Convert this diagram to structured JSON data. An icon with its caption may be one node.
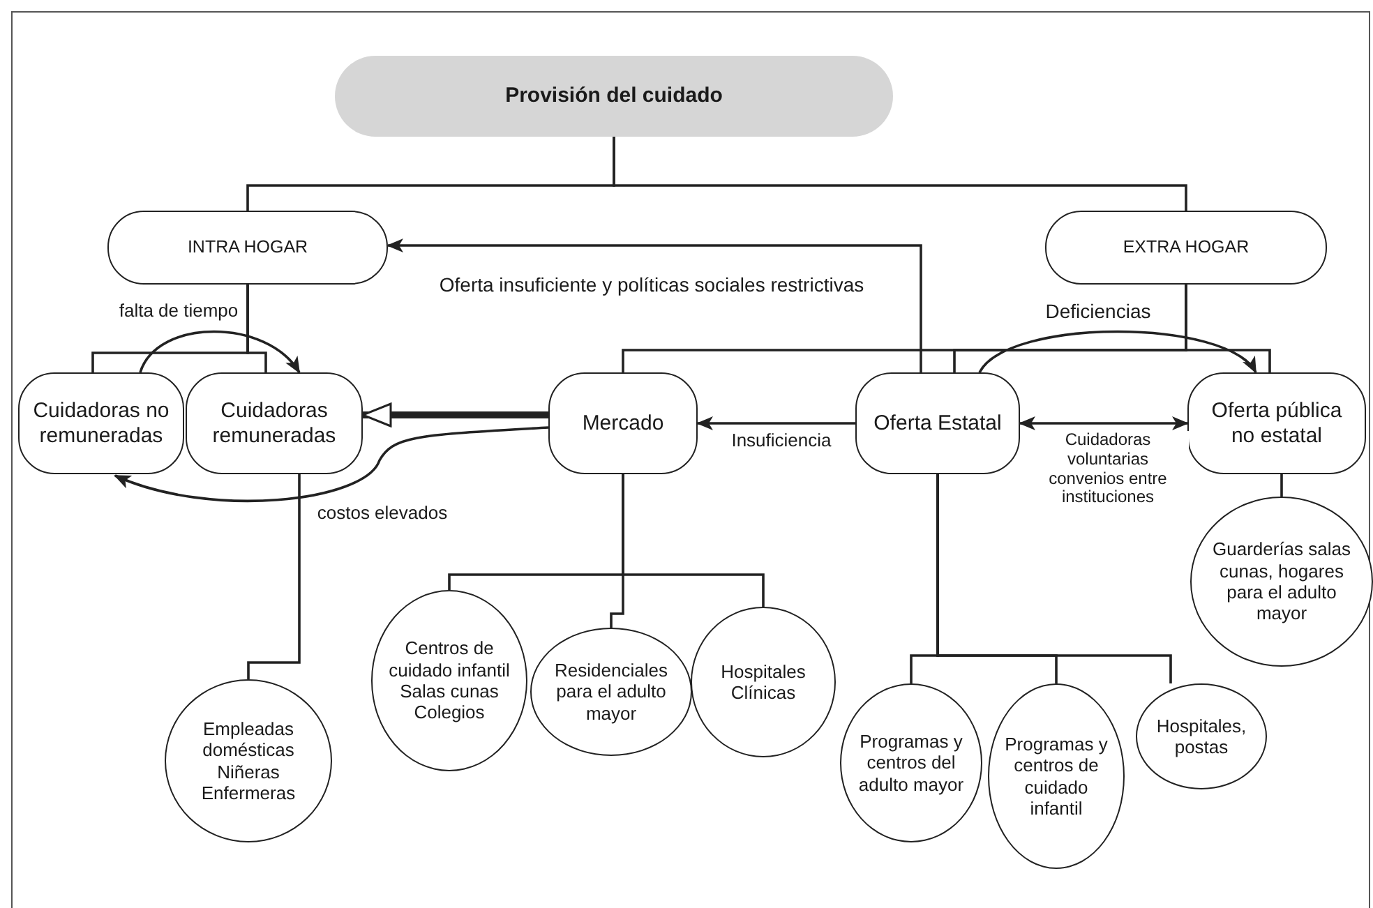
{
  "diagram": {
    "nodes": [
      {
        "text": [
          "Provisión del cuidado"
        ]
      },
      {
        "text": [
          "INTRA HOGAR"
        ]
      },
      {
        "text": [
          "EXTRA HOGAR"
        ]
      },
      {
        "text": [
          "Cuidadoras no remuneradas"
        ]
      },
      {
        "text": [
          "Cuidadoras remuneradas"
        ]
      },
      {
        "text": [
          "Mercado"
        ]
      },
      {
        "text": [
          "Oferta Estatal"
        ]
      },
      {
        "text": [
          "Oferta pública no estatal"
        ]
      },
      {
        "text": [
          "Guarderías salas cunas, hogares para el adulto mayor"
        ]
      },
      {
        "text": [
          "Empleadas domésticas Niñeras Enfermeras"
        ]
      },
      {
        "text": [
          "Centros de cuidado infantil Salas cunas Colegios"
        ]
      },
      {
        "text": [
          "Residenciales para el adulto mayor"
        ]
      },
      {
        "text": [
          "Hospitales Clínicas"
        ]
      },
      {
        "text": [
          "Programas y centros del adulto mayor"
        ]
      },
      {
        "text": [
          "Programas y centros de cuidado infantil"
        ]
      },
      {
        "text": [
          "Hospitales, postas"
        ]
      }
    ],
    "edges": [
      {
        "from": 0,
        "to": 1,
        "arrow": "none"
      },
      {
        "from": 0,
        "to": 2,
        "arrow": "none"
      },
      {
        "from": 1,
        "to": 3,
        "arrow": "none"
      },
      {
        "from": 1,
        "to": 4,
        "arrow": "none"
      },
      {
        "from": 2,
        "to": 5,
        "arrow": "none"
      },
      {
        "from": 2,
        "to": 6,
        "arrow": "none"
      },
      {
        "from": 2,
        "to": 7,
        "arrow": "none"
      },
      {
        "from": 6,
        "to": 1,
        "arrow": "to",
        "label": "Oferta insuficiente y políticas sociales restrictivas"
      },
      {
        "from": 3,
        "to": 4,
        "arrow": "to",
        "label": "falta de tiempo"
      },
      {
        "from": 5,
        "to": 4,
        "arrow": "to",
        "style": "thick"
      },
      {
        "from": 5,
        "to": 3,
        "arrow": "to",
        "label": "costos elevados"
      },
      {
        "from": 6,
        "to": 5,
        "arrow": "to",
        "label": "Insuficiencia"
      },
      {
        "from": 6,
        "to": 7,
        "arrow": "to",
        "label": "Deficiencias"
      },
      {
        "from": 6,
        "to": 7,
        "arrow": "both",
        "label": "Cuidadoras voluntarias convenios entre instituciones"
      },
      {
        "from": 7,
        "to": 8,
        "arrow": "none"
      },
      {
        "from": 4,
        "to": 9,
        "arrow": "none"
      },
      {
        "from": 5,
        "to": 10,
        "arrow": "none"
      },
      {
        "from": 5,
        "to": 11,
        "arrow": "none"
      },
      {
        "from": 5,
        "to": 12,
        "arrow": "none"
      },
      {
        "from": 6,
        "to": 13,
        "arrow": "none"
      },
      {
        "from": 6,
        "to": 14,
        "arrow": "none"
      },
      {
        "from": 6,
        "to": 15,
        "arrow": "none"
      }
    ]
  }
}
